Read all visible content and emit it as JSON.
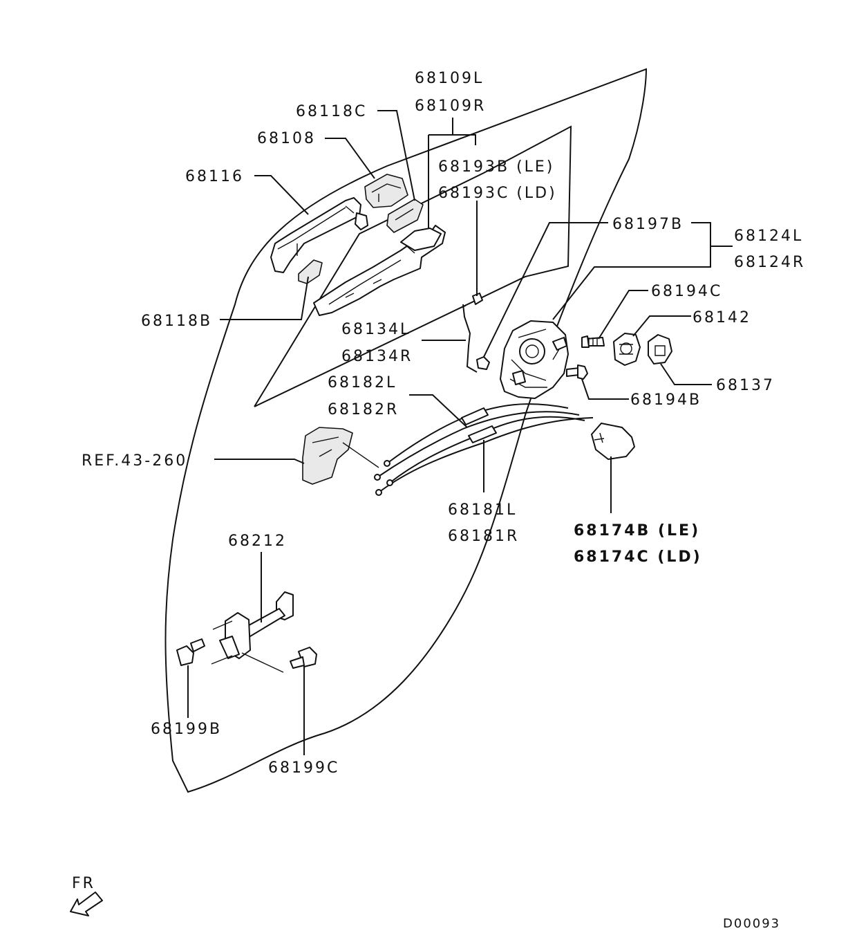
{
  "diagram": {
    "code": "D00093",
    "direction_label": "FR",
    "labels": {
      "p68109L": "68109L",
      "p68109R": "68109R",
      "p68118C": "68118C",
      "p68108": "68108",
      "p68116": "68116",
      "p68193B": "68193B (LE)",
      "p68193C": "68193C (LD)",
      "p68197B": "68197B",
      "p68124L": "68124L",
      "p68124R": "68124R",
      "p68194C": "68194C",
      "p68142": "68142",
      "p68118B": "68118B",
      "p68134L": "68134L",
      "p68134R": "68134R",
      "p68137": "68137",
      "p68194B": "68194B",
      "p68182L": "68182L",
      "p68182R": "68182R",
      "ref": "REF.43-260",
      "p68181L": "68181L",
      "p68181R": "68181R",
      "p68174B": "68174B (LE)",
      "p68174C": "68174C (LD)",
      "p68212": "68212",
      "p68199B": "68199B",
      "p68199C": "68199C"
    }
  }
}
